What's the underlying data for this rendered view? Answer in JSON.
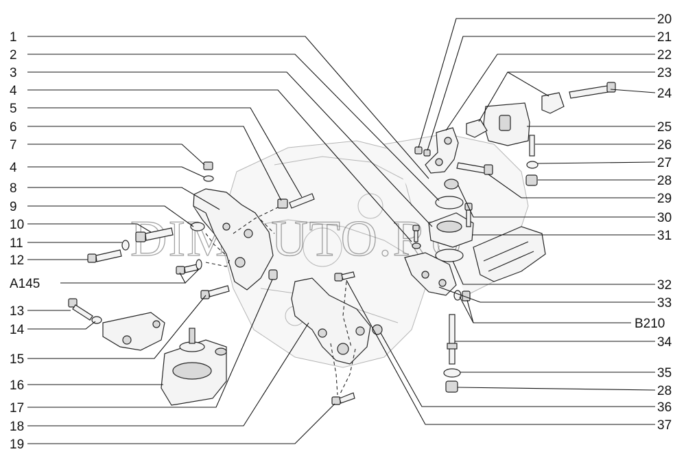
{
  "watermark": "DIMAUTO.RU",
  "labels_left": [
    "1",
    "2",
    "3",
    "4",
    "5",
    "6",
    "7",
    "4",
    "8",
    "9",
    "10",
    "11",
    "12",
    "A145",
    "13",
    "14",
    "15",
    "16",
    "17",
    "18",
    "19"
  ],
  "labels_right": [
    "20",
    "21",
    "22",
    "23",
    "24",
    "25",
    "26",
    "27",
    "28",
    "29",
    "30",
    "31",
    "32",
    "33",
    "B210",
    "34",
    "35",
    "28",
    "36",
    "37"
  ]
}
